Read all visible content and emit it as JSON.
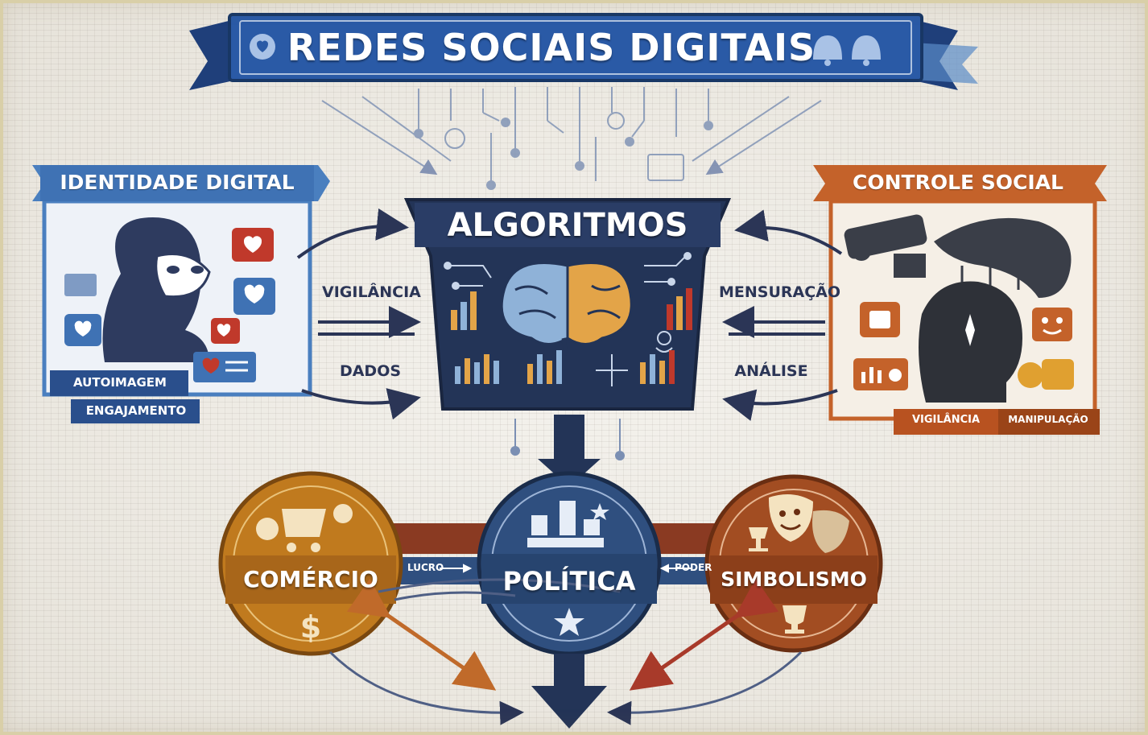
{
  "title": "REDES SOCIAIS DIGITAIS",
  "center": {
    "label": "ALGORITMOS"
  },
  "left_panel": {
    "title": "IDENTIDADE DIGITAL",
    "tags": [
      "AUTOIMAGEM",
      "ENGAJAMENTO"
    ]
  },
  "right_panel": {
    "title": "CONTROLE SOCIAL",
    "tags": [
      "VIGILÂNCIA",
      "MANIPULAÇÃO"
    ]
  },
  "arrow_labels": {
    "left_top": "VIGILÂNCIA",
    "left_bottom": "DADOS",
    "right_top": "MENSURAÇÃO",
    "right_bottom": "ANÁLISE"
  },
  "circles": [
    {
      "label": "COMÉRCIO",
      "color": "#c07a1e"
    },
    {
      "label": "POLÍTICA",
      "color": "#2f4f7f"
    },
    {
      "label": "SIMBOLISMO",
      "color": "#a24d22"
    }
  ],
  "connectors": {
    "left": "LUCRO",
    "right": "PODER"
  },
  "colors": {
    "navy": "#233457",
    "blue": "#2c5aa0",
    "light_blue": "#4a7fbf",
    "orange": "#c4622a",
    "gold": "#c48a2a",
    "red": "#c0392b"
  }
}
